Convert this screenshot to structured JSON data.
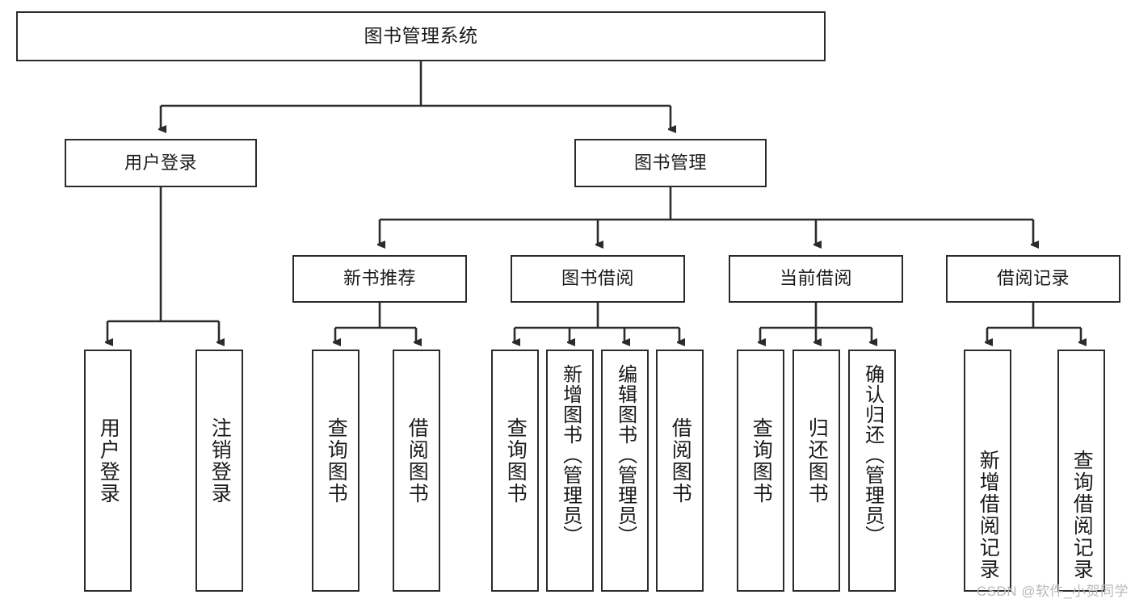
{
  "diagram": {
    "title": "图书管理系统",
    "type": "tree-hierarchy-chart",
    "root": {
      "id": "root",
      "label": "图书管理系统"
    },
    "level2": [
      {
        "id": "user-login",
        "label": "用户登录"
      },
      {
        "id": "book-manage",
        "label": "图书管理"
      }
    ],
    "level3": [
      {
        "id": "new-book-recommend",
        "label": "新书推荐"
      },
      {
        "id": "book-borrow",
        "label": "图书借阅"
      },
      {
        "id": "current-borrow",
        "label": "当前借阅"
      },
      {
        "id": "borrow-record",
        "label": "借阅记录"
      }
    ],
    "leaves": {
      "user_login": [
        {
          "id": "leaf-user-login",
          "label": "用户登录"
        },
        {
          "id": "leaf-logout-login",
          "label": "注销登录"
        }
      ],
      "new_book_recommend": [
        {
          "id": "leaf-query-book-1",
          "label": "查询图书"
        },
        {
          "id": "leaf-borrow-book-1",
          "label": "借阅图书"
        }
      ],
      "book_borrow": [
        {
          "id": "leaf-query-book-2",
          "label": "查询图书"
        },
        {
          "id": "leaf-add-book-admin",
          "label": "新增图书（管理员）"
        },
        {
          "id": "leaf-edit-book-admin",
          "label": "编辑图书（管理员）"
        },
        {
          "id": "leaf-borrow-book-2",
          "label": "借阅图书"
        }
      ],
      "current_borrow": [
        {
          "id": "leaf-query-book-3",
          "label": "查询图书"
        },
        {
          "id": "leaf-return-book",
          "label": "归还图书"
        },
        {
          "id": "leaf-confirm-return-admin",
          "label": "确认归还（管理员）"
        }
      ],
      "borrow_record": [
        {
          "id": "leaf-add-borrow-record",
          "label": "新增借阅记录"
        },
        {
          "id": "leaf-query-borrow-record",
          "label": "查询借阅记录"
        }
      ]
    },
    "watermark": "CSDN @软件_小贺同学",
    "colors": {
      "stroke": "#2b2b2b",
      "fill": "#ffffff",
      "text": "#1a1a1a",
      "watermark": "#b9b9b9"
    }
  }
}
